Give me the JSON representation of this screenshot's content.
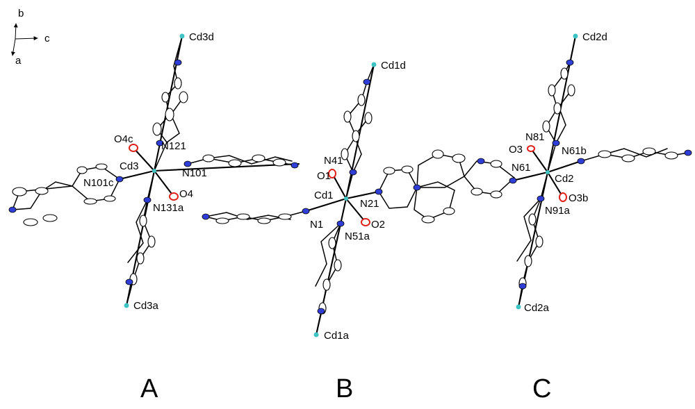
{
  "figure": {
    "axes": {
      "b": "b",
      "c": "c",
      "a": "a"
    },
    "colors": {
      "carbon": "#ffffff",
      "nitrogen": "#2f3fd6",
      "oxygen": "#e0201a",
      "cadmium": "#3ec3c3"
    },
    "panels": [
      {
        "id": "A",
        "label": "A",
        "atoms": {
          "metal": "Cd3",
          "n_right": "N101",
          "n_left": "N101c",
          "n_up": "N121",
          "n_down": "N131a",
          "o_upper": "O4c",
          "o_lower": "O4",
          "cd_top": "Cd3d",
          "cd_bottom": "Cd3a"
        }
      },
      {
        "id": "B",
        "label": "B",
        "atoms": {
          "metal": "Cd1",
          "n_left": "N1",
          "n_right": "N21",
          "n_up": "N41",
          "n_down": "N51a",
          "o_upper": "O1",
          "o_lower": "O2",
          "cd_top": "Cd1d",
          "cd_bottom": "Cd1a"
        }
      },
      {
        "id": "C",
        "label": "C",
        "atoms": {
          "metal": "Cd2",
          "n_left": "N61",
          "n_right": "N61b",
          "n_up": "N81",
          "n_down": "N91a",
          "o_upper": "O3",
          "o_lower": "O3b",
          "cd_top": "Cd2d",
          "cd_bottom": "Cd2a"
        }
      }
    ]
  }
}
